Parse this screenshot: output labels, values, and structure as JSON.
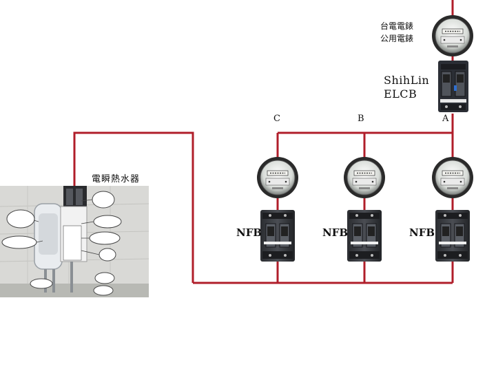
{
  "main_meter": {
    "line1": "台電電錶",
    "line2": "公用電錶"
  },
  "elcb": {
    "line1": "ShihLin",
    "line2": "ELCB"
  },
  "phases": {
    "a": "A",
    "b": "B",
    "c": "C"
  },
  "nfb": {
    "label": "NFB"
  },
  "heater": {
    "label": "電瞬熱水器"
  },
  "colors": {
    "wire": "#b01e2a",
    "photo_wall": "#d9d9d6"
  },
  "icons": [
    "kwh-meter-icon",
    "elcb-breaker-icon",
    "nfb-breaker-icon",
    "water-heater-photo"
  ]
}
